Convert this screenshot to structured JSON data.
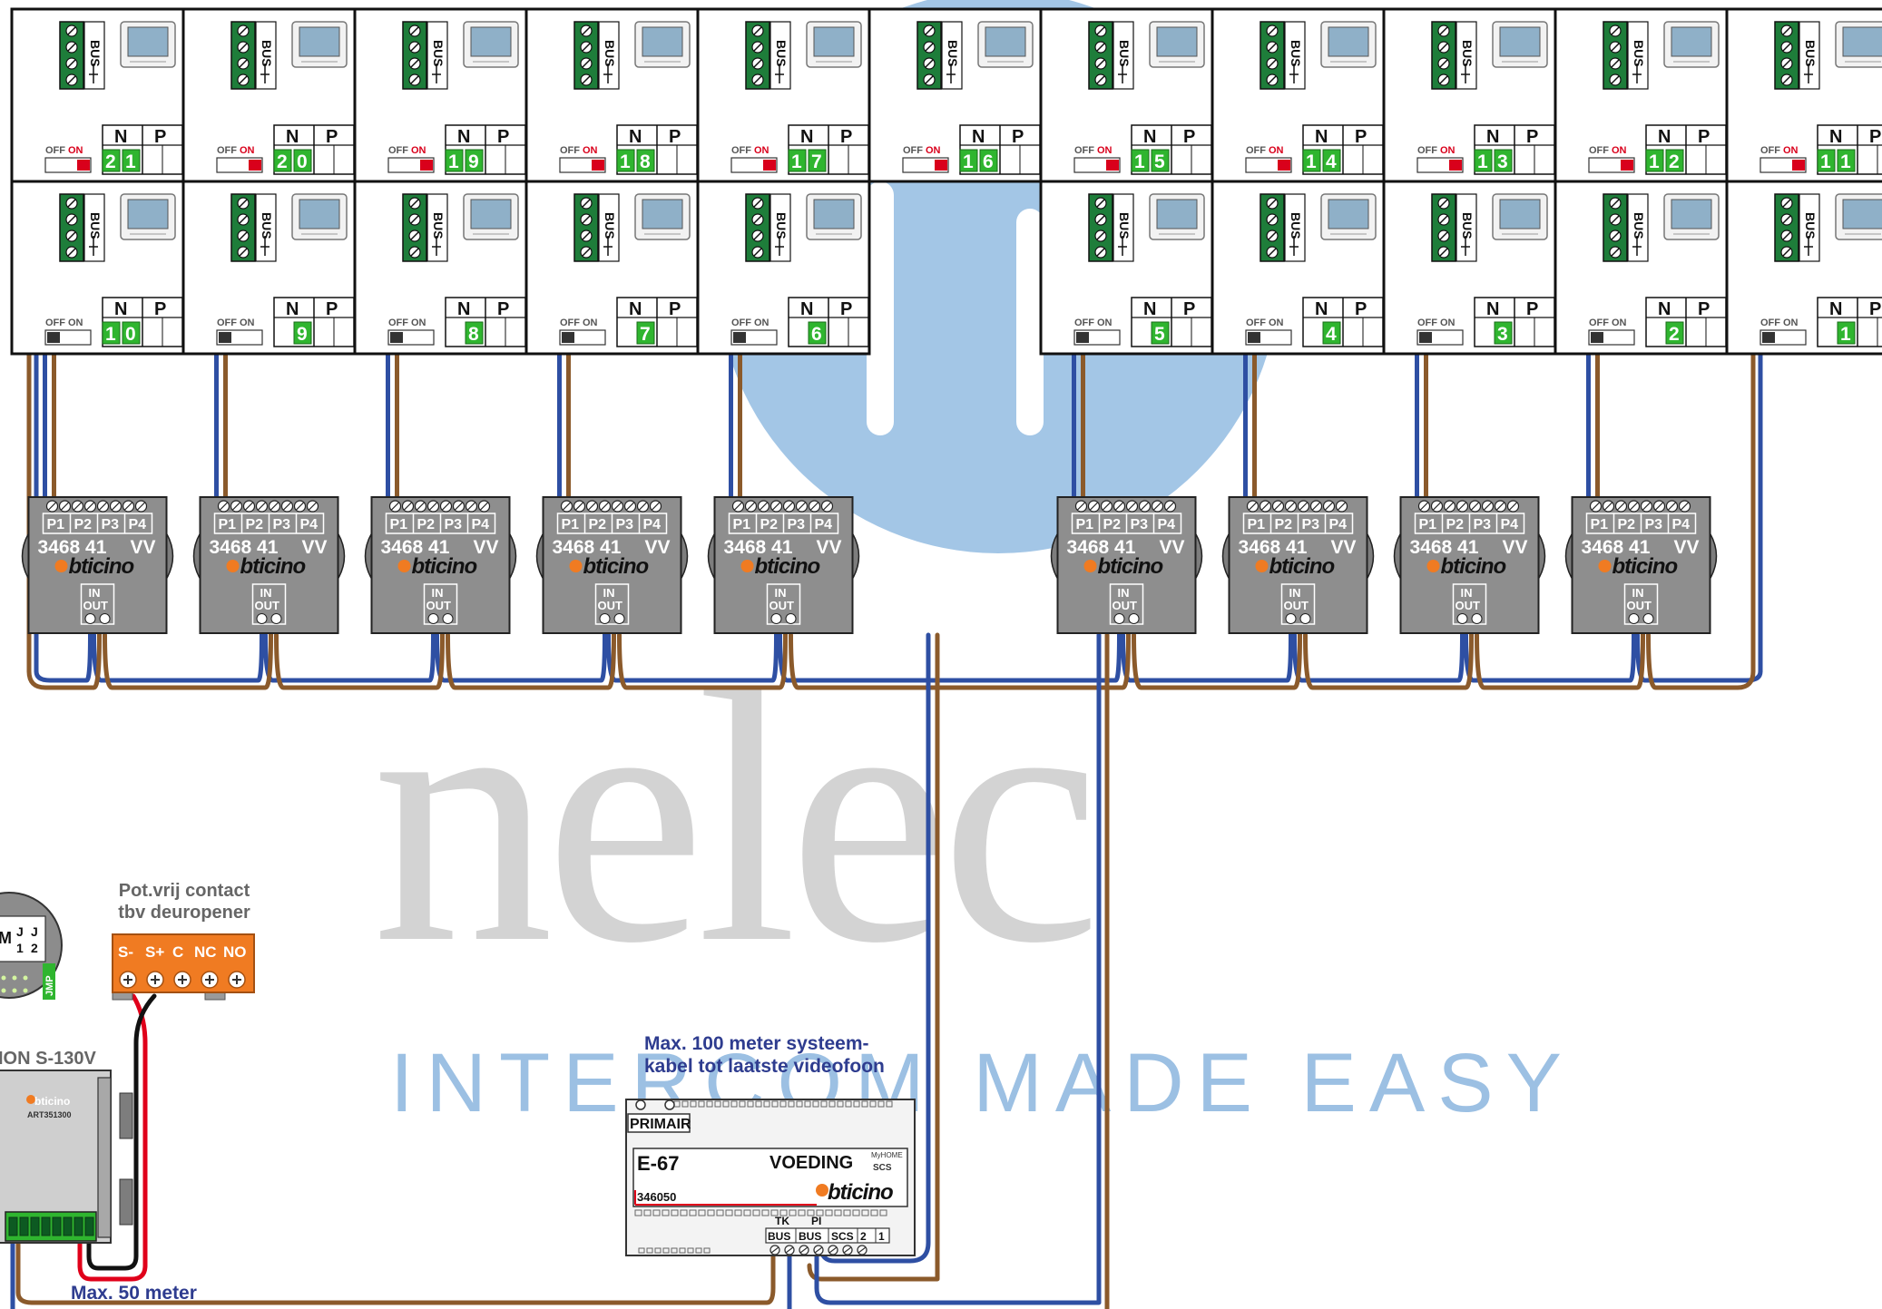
{
  "watermark": {
    "logo_text": "nelec",
    "tagline": "INTERCOM MADE EASY",
    "colors": {
      "logo": "#d3d3d3",
      "tagline": "#9cc0e3",
      "circle": "#a3c6e6"
    }
  },
  "monitor_unit": {
    "bus_label": "BUS",
    "switch_off": "OFF",
    "switch_on": "ON",
    "n_label": "N",
    "p_label": "P"
  },
  "monitors": {
    "top_row": [
      "21",
      "20",
      "19",
      "18",
      "17",
      "16",
      "15",
      "14",
      "13",
      "12",
      "11"
    ],
    "bottom_row": [
      "10",
      "9",
      "8",
      "7",
      "6",
      "",
      "5",
      "4",
      "3",
      "2",
      "1"
    ],
    "top_switch_on": true,
    "bottom_switch_on": false
  },
  "distributor": {
    "ports": [
      "P1",
      "P2",
      "P3",
      "P4"
    ],
    "model": "3468 41",
    "suffix": "VV",
    "brand": "bticino",
    "in_label": "IN",
    "out_label": "OUT",
    "count": 9
  },
  "relay": {
    "title_line1": "Pot.vrij contact",
    "title_line2": "tbv deuropener",
    "terminals": [
      "S-",
      "S+",
      "C",
      "NC",
      "NO"
    ]
  },
  "door_station": {
    "name": "ION S-130V",
    "art": "ART351300",
    "brand": "bticino",
    "jumpers": [
      "M",
      "J",
      "1",
      "J",
      "2"
    ],
    "jmp_label": "JMP"
  },
  "power_supply": {
    "note_line1": "Max. 100 meter systeem-",
    "note_line2": "kabel tot laatste videofoon",
    "primary_label": "PRIMAIR",
    "model": "E-67",
    "title": "VOEDING",
    "myhome": "MyHOME",
    "scs": "SCS",
    "part": "346050",
    "brand": "bticino",
    "tk": "TK",
    "pi": "PI",
    "outputs": [
      "BUS",
      "BUS",
      "SCS",
      "2",
      "1"
    ]
  },
  "footer_note": "Max. 50 meter",
  "colors": {
    "wire_blue": "#2e4fa3",
    "wire_brown": "#8b5a2b",
    "wire_red": "#e0001a",
    "led_green": "#2fb52f",
    "switch_red": "#d9001b",
    "terminal_green": "#1e7d3a",
    "relay_orange": "#f07b22",
    "note_blue": "#2e3c8f",
    "device_gray": "#8e8e8e"
  }
}
